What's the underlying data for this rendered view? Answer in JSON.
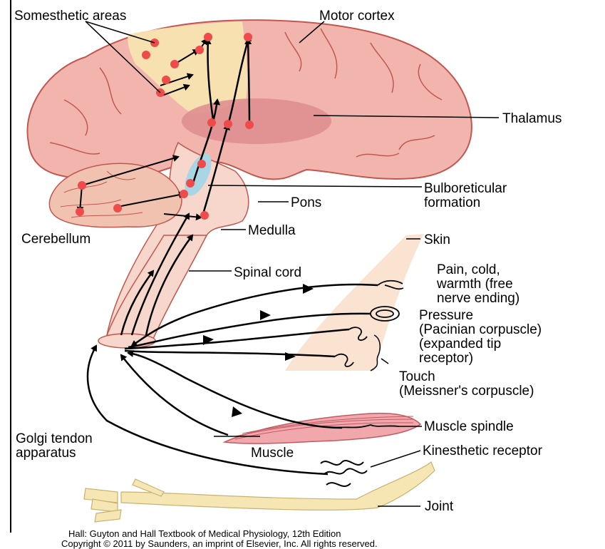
{
  "labels": {
    "somesthetic": "Somesthetic areas",
    "motor": "Motor cortex",
    "thalamus": "Thalamus",
    "bulbo1": "Bulboreticular",
    "bulbo2": "formation",
    "pons": "Pons",
    "cerebellum": "Cerebellum",
    "medulla": "Medulla",
    "skin": "Skin",
    "spinal": "Spinal cord",
    "pain1": "Pain, cold,",
    "pain2": "warmth (free",
    "pain3": "nerve ending)",
    "pressure1": "Pressure",
    "pressure2": "(Pacinian corpuscle)",
    "expanded1": "(expanded tip",
    "expanded2": "receptor)",
    "touch1": "Touch",
    "touch2": "(Meissner's corpuscle)",
    "golgi1": "Golgi tendon",
    "golgi2": "apparatus",
    "spindle": "Muscle spindle",
    "muscle": "Muscle",
    "kinesthetic": "Kinesthetic receptor",
    "joint": "Joint"
  },
  "credit": {
    "line1": "Hall: Guyton and Hall Textbook of Medical Physiology, 12th Edition",
    "line2": "Copyright © 2011 by Saunders, an imprint of Elsevier, Inc. All rights reserved."
  },
  "colors": {
    "brain": "#f2b5ae",
    "brain_outline": "#c2574f",
    "sensory_area": "#f8e4b0",
    "thalamus": "#de8f8f",
    "bulbo": "#a9d6e5",
    "stem": "#f7d6cb",
    "skin": "#fbe3d2",
    "muscle": "#f0a8ad",
    "bone": "#f5e6b3",
    "node": "#ef4b4b"
  }
}
